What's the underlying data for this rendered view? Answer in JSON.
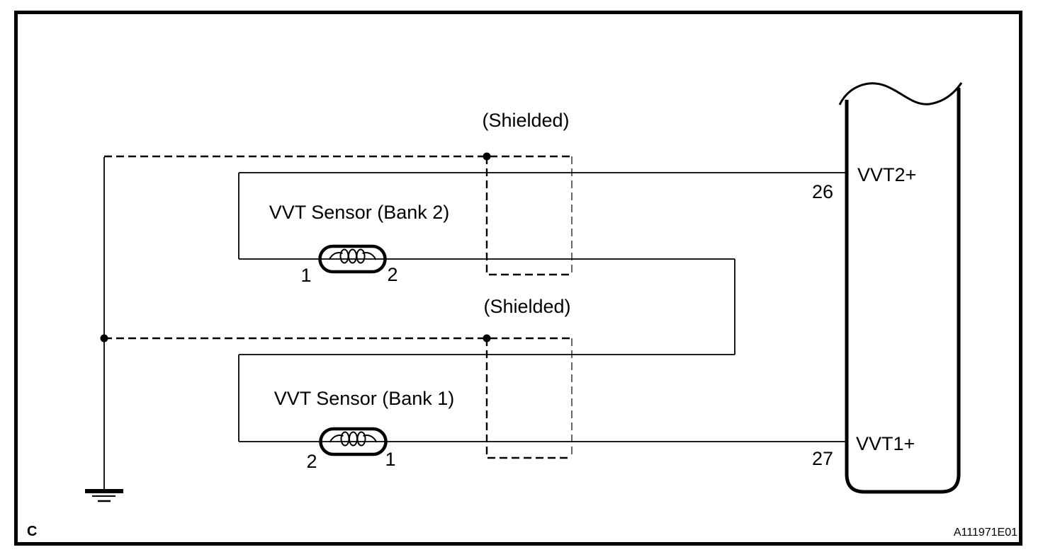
{
  "diagram": {
    "figure_label": "C",
    "doc_number": "A111971E01",
    "shield_label_top": "(Shielded)",
    "shield_label_bottom": "(Shielded)",
    "sensors": {
      "bank2": {
        "label": "VVT Sensor (Bank 2)",
        "pin_left": "1",
        "pin_right": "2"
      },
      "bank1": {
        "label": "VVT Sensor (Bank 1)",
        "pin_left": "2",
        "pin_right": "1"
      }
    },
    "ecm": {
      "pin26": {
        "number": "26",
        "name": "VVT2+"
      },
      "pin27": {
        "number": "27",
        "name": "VVT1+"
      }
    },
    "colors": {
      "line": "#000000",
      "background": "#ffffff"
    }
  }
}
